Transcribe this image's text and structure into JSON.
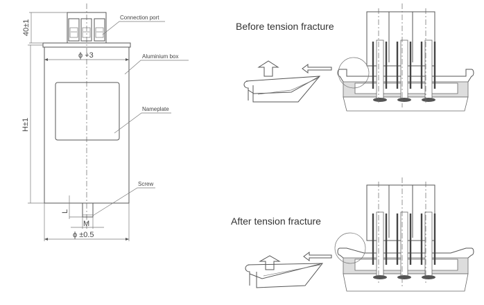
{
  "left_drawing": {
    "labels": {
      "connection_port": "Connection port",
      "aluminium_box": "Aluminium box",
      "nameplate": "Nameplate",
      "screw": "Screw"
    },
    "dimensions": {
      "terminal_height": "40±1",
      "top_diameter": "ϕ +3",
      "height": "H±1",
      "screw_length": "L",
      "screw_thread": "M",
      "bottom_diameter": "ϕ ±0.5"
    }
  },
  "right_drawing": {
    "before_title": "Before tension fracture",
    "after_title": "After tension fracture"
  }
}
